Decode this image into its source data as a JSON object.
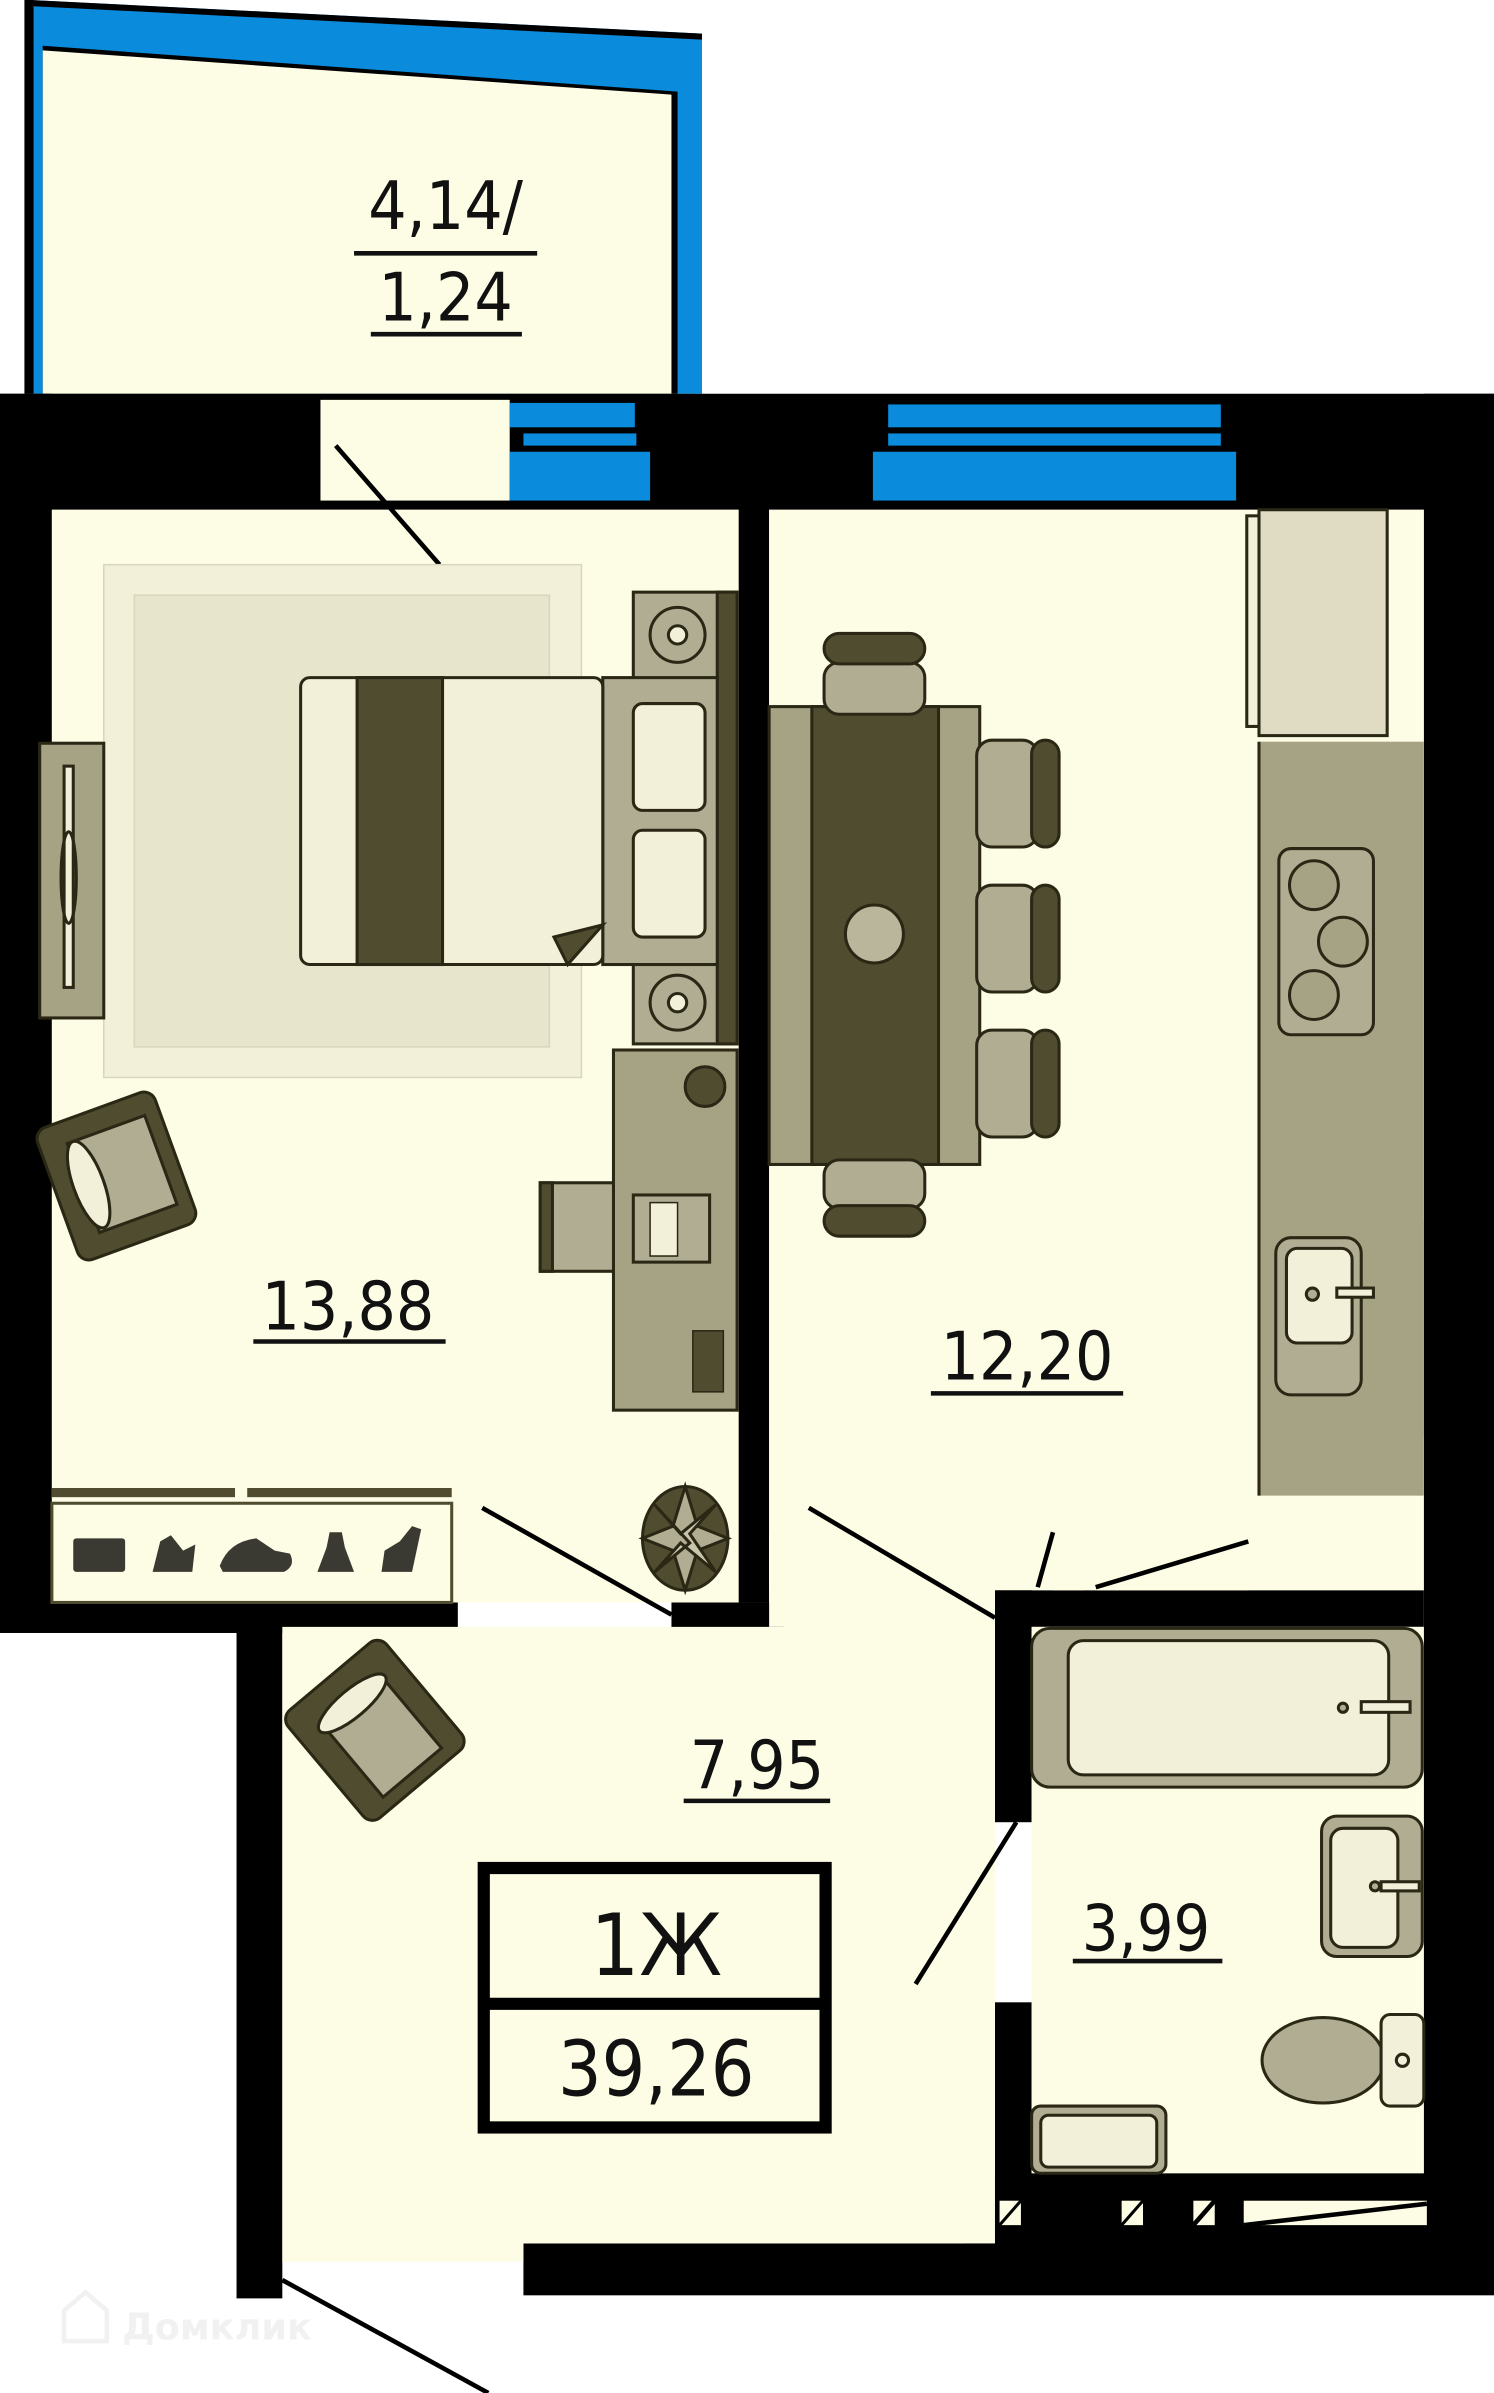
{
  "plan": {
    "apartment_type": "1Ж",
    "total_area": "39,26",
    "colors": {
      "floor": "#fdfce4",
      "wall": "#000000",
      "window": "#0a8bdc",
      "furniture_light": "#b0ad93",
      "furniture_dark": "#504c30",
      "counter": "#a6a385",
      "linen": "#f3f0da"
    },
    "rooms": [
      {
        "id": "balcony",
        "label_top": "4,14/",
        "label_bottom": "1,24"
      },
      {
        "id": "bedroom",
        "area": "13,88"
      },
      {
        "id": "kitchen",
        "area": "12,20"
      },
      {
        "id": "hallway",
        "area": "7,95"
      },
      {
        "id": "bathroom",
        "area": "3,99"
      }
    ]
  },
  "watermark": {
    "text": "Домклик",
    "icon": "house-icon"
  }
}
